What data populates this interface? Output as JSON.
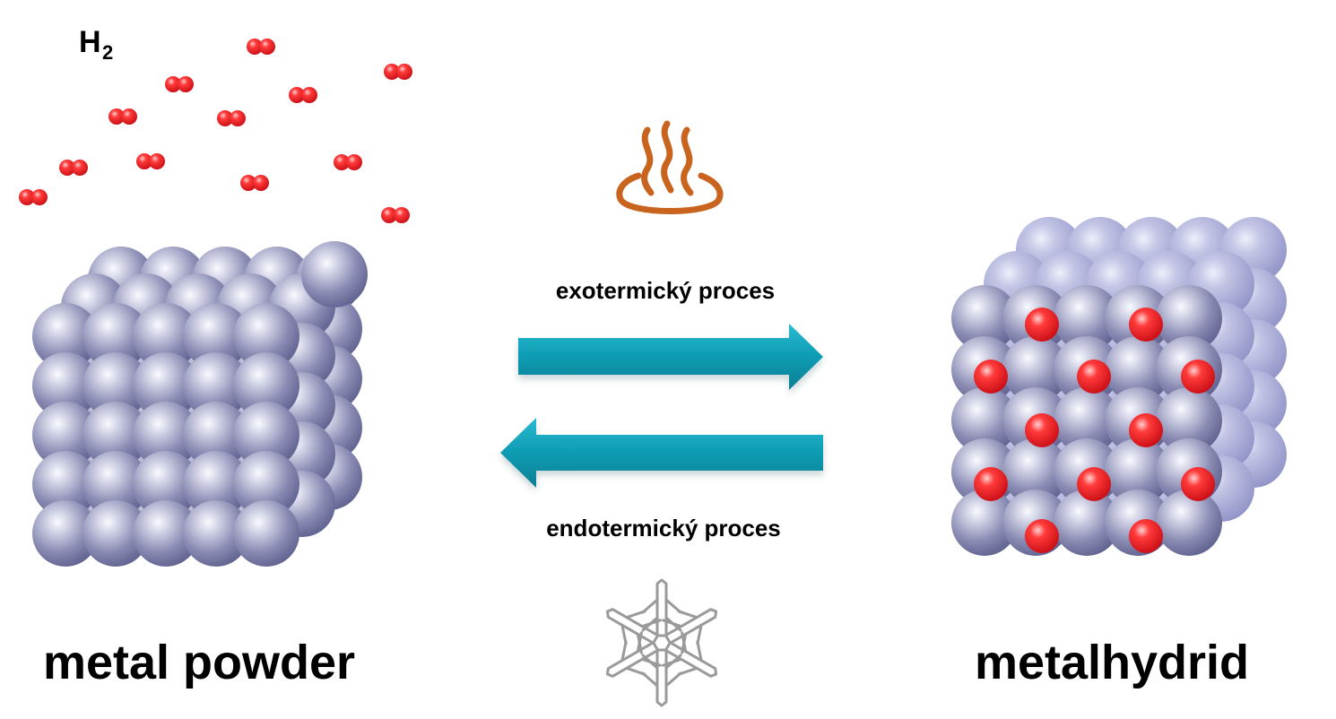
{
  "labels": {
    "gas": "H",
    "gas_subscript": "2",
    "forward_process": "exotermický proces",
    "reverse_process": "endotermický proces",
    "left_material": "metal powder",
    "right_material": "metalhydrid"
  },
  "icons": {
    "heat": "heat-steam-icon",
    "cold": "snowflake-icon",
    "forward_arrow": "right-arrow-icon",
    "reverse_arrow": "left-arrow-icon"
  },
  "colors": {
    "metal_atom": "#7c7ea8",
    "metal_atom_highlight": "#f4f4fb",
    "hydrogen_atom": "#e8141c",
    "arrow": "#1aa6bd",
    "heat_icon": "#c8641e",
    "cold_icon": "#9a9a9a",
    "text": "#000000"
  }
}
